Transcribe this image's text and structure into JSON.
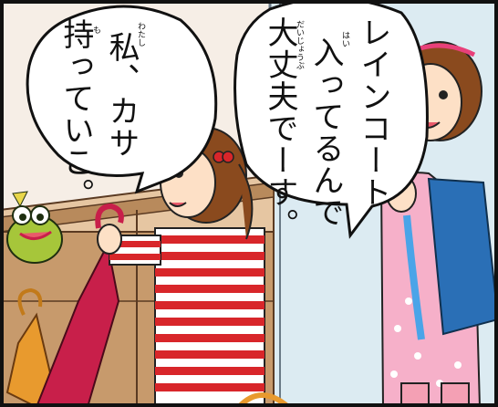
{
  "bubble_left": {
    "lines": [
      "私、カサ",
      "持っていこ。"
    ],
    "ruby": {
      "watashi": "わたし",
      "mo": "も"
    }
  },
  "bubble_right": {
    "lines": [
      "レインコート",
      "入ってるんで",
      "大丈夫でーす。"
    ],
    "ruby": {
      "hai": "はい",
      "daijoubu": "だいじょうぶ"
    }
  },
  "colors": {
    "wall": "#f6eee6",
    "door": "#dcebf2",
    "shelf": "#b88a5c",
    "stripe_red": "#d8262a",
    "backpack_blue": "#2a6fb6",
    "dress_pink": "#f6b0c9",
    "umbrella_red": "#c81f4a",
    "umbrella_orange": "#e89a2e"
  },
  "icons": [
    "speech-bubble",
    "umbrella",
    "backpack",
    "frog-toy"
  ]
}
